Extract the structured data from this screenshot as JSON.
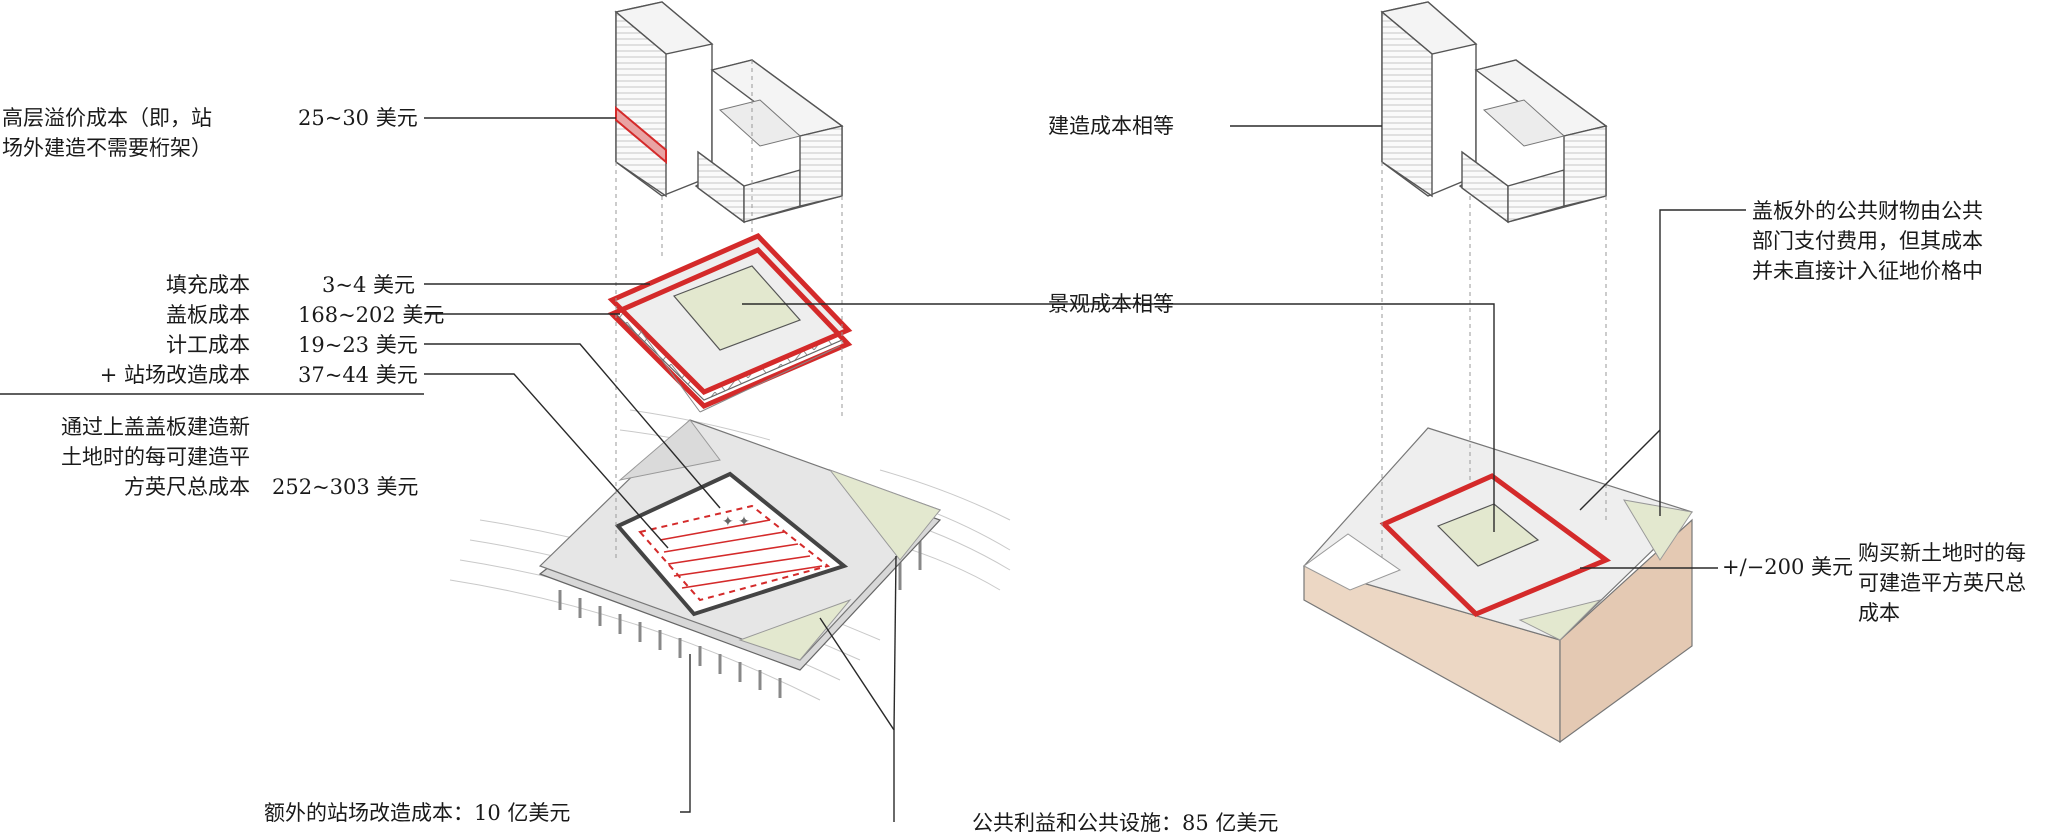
{
  "left": {
    "premium_label": [
      "高层溢价成本（即，站",
      "场外建造不需要桁架）"
    ],
    "premium_value": "25~30 美元",
    "fill_label": "填充成本",
    "fill_value": "3~4 美元",
    "deck_label": "盖板成本",
    "deck_value": "168~202 美元",
    "labor_label": "计工成本",
    "labor_value": "19~23 美元",
    "station_label": "+ 站场改造成本",
    "station_value": "37~44 美元",
    "total_label": [
      "通过上盖盖板建造新",
      "土地时的每可建造平",
      "方英尺总成本"
    ],
    "total_value": "252~303 美元",
    "extra_station": "额外的站场改造成本：10 亿美元",
    "public_benefit": "公共利益和公共设施：85 亿美元"
  },
  "middle": {
    "construction_equal": "建造成本相等",
    "landscape_equal": "景观成本相等"
  },
  "right": {
    "public_assets": [
      "盖板外的公共财物由公共",
      "部门支付费用，但其成本",
      "并未直接计入征地价格中"
    ],
    "value": "+/−200 美元",
    "total_label": [
      "购买新土地时的每",
      "可建造平方英尺总",
      "成本"
    ]
  },
  "colors": {
    "red": "#d42a2a",
    "green": "#e3e8cf",
    "soil": "#ecd7c4",
    "line": "#444444"
  }
}
